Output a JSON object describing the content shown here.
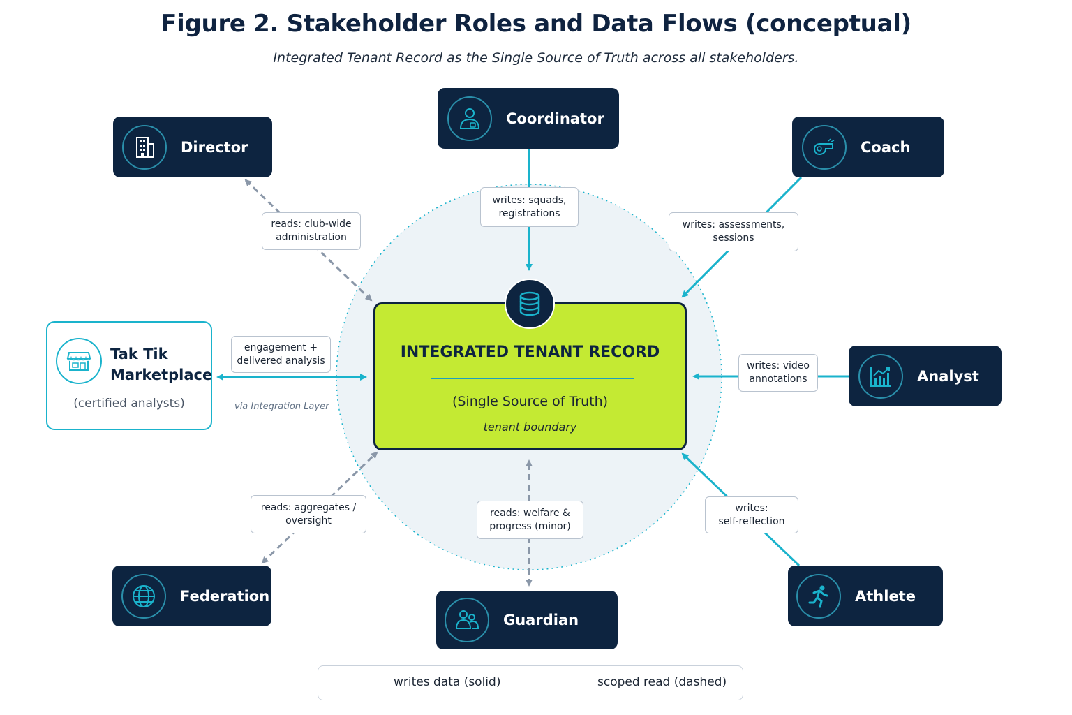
{
  "title": "Figure 2. Stakeholder Roles and Data Flows (conceptual)",
  "subtitle": "Integrated Tenant Record as the Single Source of Truth across all stakeholders.",
  "center": {
    "title": "INTEGRATED TENANT RECORD",
    "subtitle": "(Single Source of Truth)",
    "boundary": "tenant boundary",
    "icon": "database-icon"
  },
  "stakeholders": {
    "coordinator": {
      "label": "Coordinator",
      "icon": "user-badge-icon"
    },
    "director": {
      "label": "Director",
      "icon": "building-icon"
    },
    "coach": {
      "label": "Coach",
      "icon": "whistle-icon"
    },
    "analyst": {
      "label": "Analyst",
      "icon": "chart-icon"
    },
    "athlete": {
      "label": "Athlete",
      "icon": "runner-icon"
    },
    "guardian": {
      "label": "Guardian",
      "icon": "users-icon"
    },
    "federation": {
      "label": "Federation",
      "icon": "globe-icon"
    }
  },
  "marketplace": {
    "name_line1": "Tak Tik",
    "name_line2": "Marketplace",
    "sub": "(certified analysts)",
    "icon": "storefront-icon",
    "via": "via Integration Layer"
  },
  "flows": {
    "coordinator": {
      "line1": "writes: squads,",
      "line2": "registrations",
      "type": "write"
    },
    "director": {
      "line1": "reads: club-wide",
      "line2": "administration",
      "type": "read"
    },
    "coach": {
      "line1": "writes: assessments,",
      "line2": "sessions",
      "type": "write"
    },
    "marketplace": {
      "line1": "engagement +",
      "line2": "delivered analysis",
      "type": "bidirectional"
    },
    "analyst": {
      "line1": "writes: video",
      "line2": "annotations",
      "type": "write"
    },
    "federation": {
      "line1": "reads: aggregates /",
      "line2": "oversight",
      "type": "read"
    },
    "guardian": {
      "line1": "reads: welfare &",
      "line2": "progress (minor)",
      "type": "read"
    },
    "athlete": {
      "line1": "writes:",
      "line2": "self-reflection",
      "type": "write"
    }
  },
  "legend": {
    "solid": "writes data (solid)",
    "dashed": "scoped read (dashed)"
  },
  "colors": {
    "navy": "#0d2440",
    "accent": "#1ab3cc",
    "lime": "#c4ea33",
    "dashed": "#8a97a8",
    "halo": "#edf3f7"
  }
}
